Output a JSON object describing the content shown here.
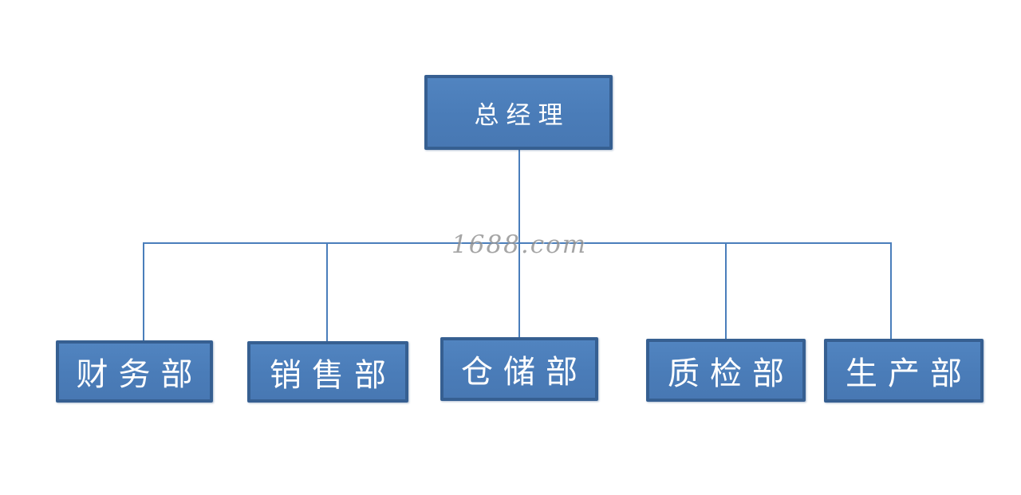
{
  "diagram": {
    "type": "org-chart",
    "root": {
      "label": "总经理"
    },
    "children": [
      {
        "label": "财务部"
      },
      {
        "label": "销售部"
      },
      {
        "label": "仓储部"
      },
      {
        "label": "质检部"
      },
      {
        "label": "生产部"
      }
    ],
    "watermark": "1688.com",
    "colors": {
      "node_fill": "#4a7ebb",
      "node_border": "#365f91",
      "connector": "#4a7ebb",
      "node_text": "#ffffff",
      "watermark_text": "#8f8f8f",
      "background": "#ffffff"
    }
  }
}
